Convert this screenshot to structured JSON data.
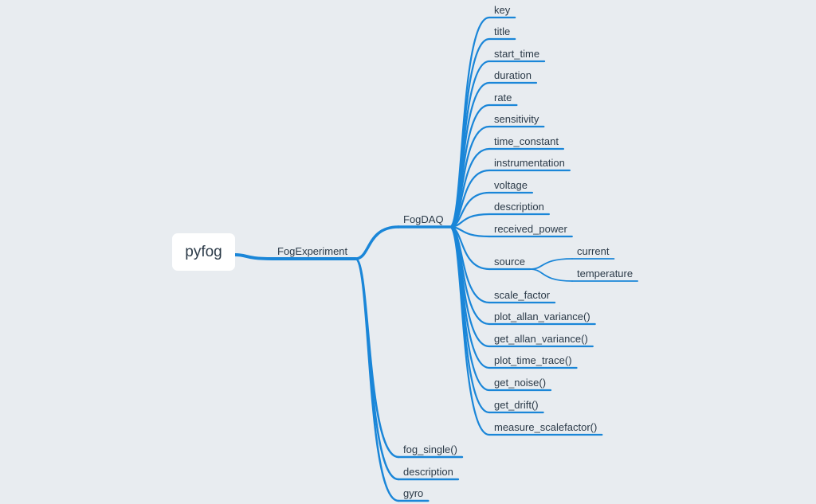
{
  "root": "pyfog",
  "level1": "FogExperiment",
  "level2_top": "FogDAQ",
  "daq_children": [
    "key",
    "title",
    "start_time",
    "duration",
    "rate",
    "sensitivity",
    "time_constant",
    "instrumentation",
    "voltage",
    "description",
    "received_power",
    "source",
    "scale_factor",
    "plot_allan_variance()",
    "get_allan_variance()",
    "plot_time_trace()",
    "get_noise()",
    "get_drift()",
    "measure_scalefactor()"
  ],
  "source_children": [
    "current",
    "temperature"
  ],
  "experiment_children": [
    "fog_single()",
    "description",
    "gyro"
  ],
  "colors": {
    "edge": "#1a86d8",
    "background": "#e8ecf0",
    "text": "#2b3a48"
  }
}
